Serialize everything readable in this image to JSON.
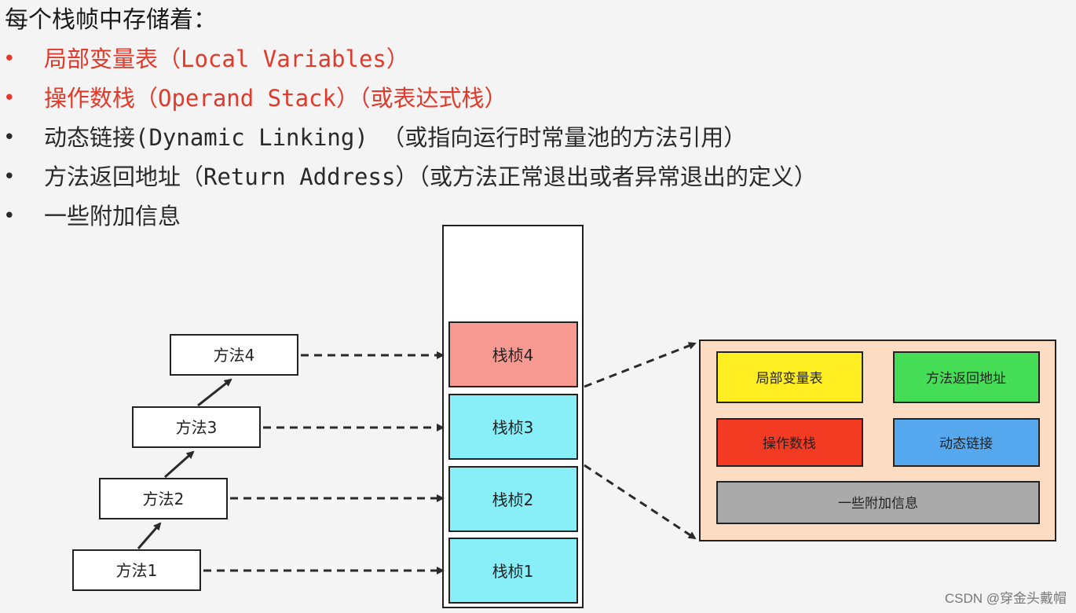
{
  "heading": "每个栈帧中存储着：",
  "bullets": [
    {
      "dot": "•",
      "text": "局部变量表（Local Variables）"
    },
    {
      "dot": "•",
      "text": "操作数栈（Operand Stack）（或表达式栈）"
    },
    {
      "dot": "•",
      "text": "动态链接(Dynamic Linking) （或指向运行时常量池的方法引用）"
    },
    {
      "dot": "•",
      "text": "方法返回地址（Return Address）（或方法正常退出或者异常退出的定义）"
    },
    {
      "dot": "•",
      "text": "一些附加信息"
    }
  ],
  "methods": [
    "方法4",
    "方法3",
    "方法2",
    "方法1"
  ],
  "frames": [
    "栈桢4",
    "栈桢3",
    "栈桢2",
    "栈桢1"
  ],
  "frame_detail": {
    "local_vars": "局部变量表",
    "return_addr": "方法返回地址",
    "operand_stack": "操作数栈",
    "dynamic_link": "动态链接",
    "extra_info": "一些附加信息"
  },
  "colors": {
    "bullet_red": "#e23a2a",
    "frame_top": "#f99a92",
    "frame": "#88eef8",
    "detail_bg": "#fcdcc2",
    "local_vars": "#ffee22",
    "return_addr": "#44dd55",
    "operand_stack": "#f33a22",
    "dynamic_link": "#55a8ee",
    "extra_info": "#aaaaaa"
  },
  "watermark": "CSDN @穿金头戴帽"
}
